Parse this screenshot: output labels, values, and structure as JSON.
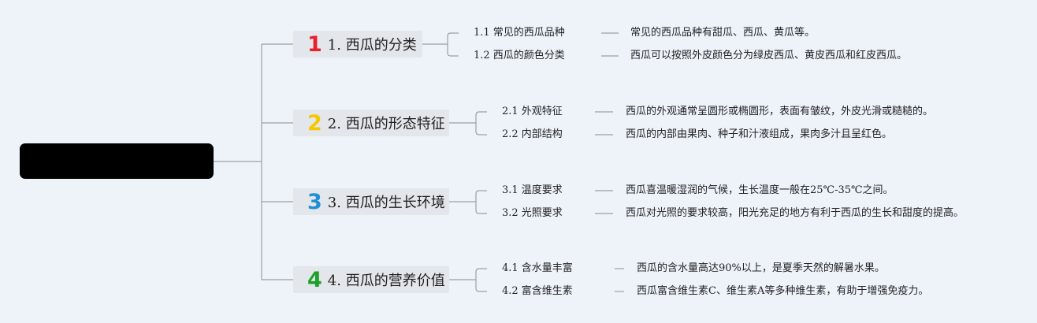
{
  "mindmap": {
    "root_label": "",
    "colors": {
      "line": "#9aa0a6",
      "root_bg": "#000000",
      "topic_bg": "#e3e6ea"
    },
    "branches": [
      {
        "icon_text": "1",
        "icon_color": "#e8202a",
        "icon_name": "number-1-icon",
        "label": "1. 西瓜的分类",
        "children": [
          {
            "label": "1.1 常见的西瓜品种",
            "detail": "常见的西瓜品种有甜瓜、西瓜、黄瓜等。"
          },
          {
            "label": "1.2 西瓜的颜色分类",
            "detail": "西瓜可以按照外皮颜色分为绿皮西瓜、黄皮西瓜和红皮西瓜。"
          }
        ]
      },
      {
        "icon_text": "2",
        "icon_color": "#f5c800",
        "icon_name": "number-2-icon",
        "label": "2. 西瓜的形态特征",
        "children": [
          {
            "label": "2.1 外观特征",
            "detail": "西瓜的外观通常呈圆形或椭圆形，表面有皱纹，外皮光滑或糙糙的。"
          },
          {
            "label": "2.2 内部结构",
            "detail": "西瓜的内部由果肉、种子和汁液组成，果肉多汁且呈红色。"
          }
        ]
      },
      {
        "icon_text": "3",
        "icon_color": "#1f8fd6",
        "icon_name": "number-3-icon",
        "label": "3. 西瓜的生长环境",
        "children": [
          {
            "label": "3.1 温度要求",
            "detail": "西瓜喜温暖湿润的气候，生长温度一般在25℃-35℃之间。"
          },
          {
            "label": "3.2 光照要求",
            "detail": "西瓜对光照的要求较高，阳光充足的地方有利于西瓜的生长和甜度的提高。"
          }
        ]
      },
      {
        "icon_text": "4",
        "icon_color": "#1ca22b",
        "icon_name": "number-4-icon",
        "label": "4. 西瓜的营养价值",
        "children": [
          {
            "label": "4.1 含水量丰富",
            "detail": "西瓜的含水量高达90%以上，是夏季天然的解暑水果。"
          },
          {
            "label": "4.2 富含维生素",
            "detail": "西瓜富含维生素C、维生素A等多种维生素，有助于增强免疫力。"
          }
        ]
      }
    ]
  }
}
